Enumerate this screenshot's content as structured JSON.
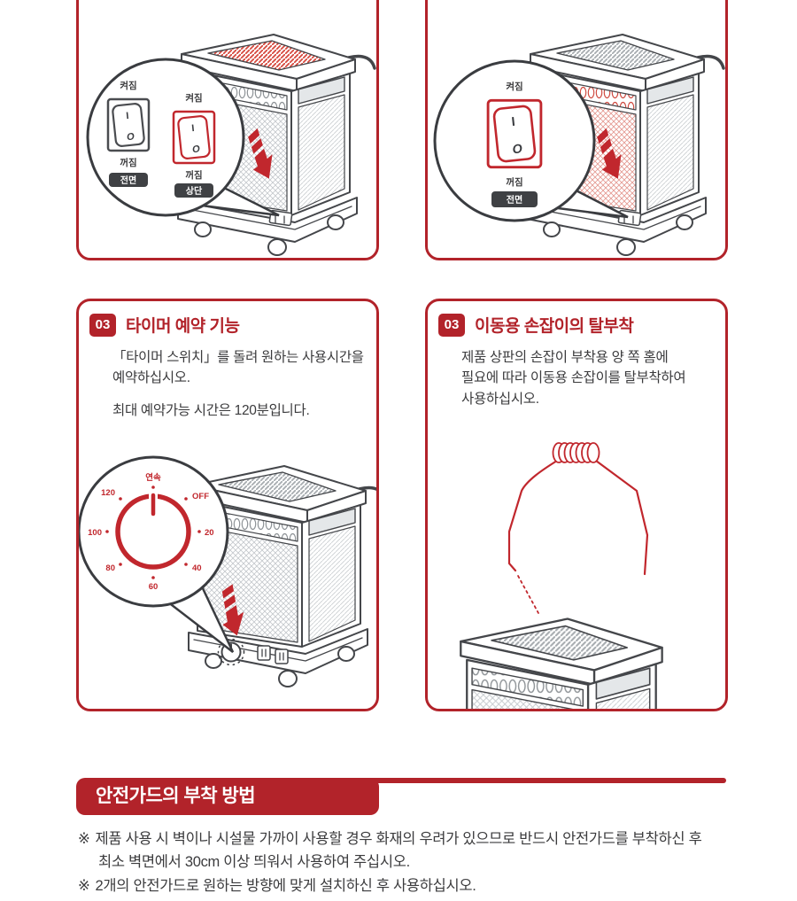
{
  "colors": {
    "accent_red": "#b2232a",
    "bright_red": "#c1272d",
    "text_dark": "#3b3b3d",
    "badge_dark": "#3f4144"
  },
  "panels": {
    "top_left": {
      "switches": [
        {
          "on": "켜짐",
          "off": "꺼짐",
          "badge": "전면",
          "mark_on": "I",
          "mark_off": "O"
        },
        {
          "on": "켜짐",
          "off": "꺼짐",
          "badge": "상단",
          "mark_on": "I",
          "mark_off": "O"
        }
      ]
    },
    "top_right": {
      "switch": {
        "on": "켜짐",
        "off": "꺼짐",
        "badge": "전면",
        "mark_on": "I",
        "mark_off": "O"
      }
    },
    "timer": {
      "number": "03",
      "title": "타이머 예약 기능",
      "body1": "「타이머 스위치」를 돌려 원하는 사용시간을",
      "body2": "예약하십시오.",
      "body3": "최대 예약가능 시간은 120분입니다.",
      "dial": {
        "continuous": "연속",
        "off": "OFF",
        "m20": "20",
        "m40": "40",
        "m60": "60",
        "m80": "80",
        "m100": "100",
        "m120": "120"
      }
    },
    "handle": {
      "number": "03",
      "title": "이동용 손잡이의 탈부착",
      "body1": "제품 상판의 손잡이 부착용 양 쪽 홈에",
      "body2": "필요에 따라 이동용 손잡이를 탈부착하여",
      "body3": "사용하십시오."
    }
  },
  "section": {
    "title": "안전가드의 부착 방법",
    "notes": [
      {
        "marker": "※",
        "line1": "제품 사용 시 벽이나 시설물 가까이 사용할 경우 화재의 우려가 있으므로 반드시 안전가드를 부착하신 후",
        "line2": "최소 벽면에서 30cm 이상 띄워서 사용하여 주십시오."
      },
      {
        "marker": "※",
        "line1": "2개의 안전가드로 원하는 방향에 맞게 설치하신 후 사용하십시오."
      }
    ]
  }
}
